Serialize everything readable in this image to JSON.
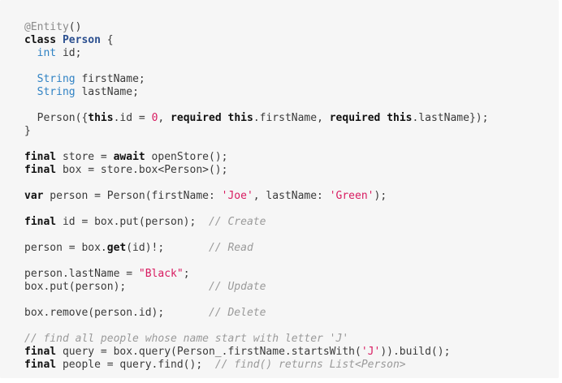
{
  "code": {
    "lines": [
      [
        {
          "t": "annotation",
          "v": "@Entity"
        },
        {
          "t": "plain",
          "v": "()"
        }
      ],
      [
        {
          "t": "keyword",
          "v": "class"
        },
        {
          "t": "plain",
          "v": " "
        },
        {
          "t": "class-name",
          "v": "Person"
        },
        {
          "t": "plain",
          "v": " {"
        }
      ],
      [
        {
          "t": "plain",
          "v": "  "
        },
        {
          "t": "type",
          "v": "int"
        },
        {
          "t": "plain",
          "v": " id;"
        }
      ],
      [],
      [
        {
          "t": "plain",
          "v": "  "
        },
        {
          "t": "type",
          "v": "String"
        },
        {
          "t": "plain",
          "v": " firstName;"
        }
      ],
      [
        {
          "t": "plain",
          "v": "  "
        },
        {
          "t": "type",
          "v": "String"
        },
        {
          "t": "plain",
          "v": " lastName;"
        }
      ],
      [],
      [
        {
          "t": "plain",
          "v": "  Person({"
        },
        {
          "t": "keyword",
          "v": "this"
        },
        {
          "t": "plain",
          "v": ".id = "
        },
        {
          "t": "number",
          "v": "0"
        },
        {
          "t": "plain",
          "v": ", "
        },
        {
          "t": "keyword",
          "v": "required"
        },
        {
          "t": "plain",
          "v": " "
        },
        {
          "t": "keyword",
          "v": "this"
        },
        {
          "t": "plain",
          "v": ".firstName, "
        },
        {
          "t": "keyword",
          "v": "required"
        },
        {
          "t": "plain",
          "v": " "
        },
        {
          "t": "keyword",
          "v": "this"
        },
        {
          "t": "plain",
          "v": ".lastName});"
        }
      ],
      [
        {
          "t": "plain",
          "v": "}"
        }
      ],
      [],
      [
        {
          "t": "keyword",
          "v": "final"
        },
        {
          "t": "plain",
          "v": " store = "
        },
        {
          "t": "keyword",
          "v": "await"
        },
        {
          "t": "plain",
          "v": " openStore();"
        }
      ],
      [
        {
          "t": "keyword",
          "v": "final"
        },
        {
          "t": "plain",
          "v": " box = store.box<Person>();"
        }
      ],
      [],
      [
        {
          "t": "keyword",
          "v": "var"
        },
        {
          "t": "plain",
          "v": " person = Person(firstName: "
        },
        {
          "t": "string",
          "v": "'Joe'"
        },
        {
          "t": "plain",
          "v": ", lastName: "
        },
        {
          "t": "string",
          "v": "'Green'"
        },
        {
          "t": "plain",
          "v": ");"
        }
      ],
      [],
      [
        {
          "t": "keyword",
          "v": "final"
        },
        {
          "t": "plain",
          "v": " id = box.put(person);  "
        },
        {
          "t": "comment",
          "v": "// Create"
        }
      ],
      [],
      [
        {
          "t": "plain",
          "v": "person = box."
        },
        {
          "t": "method-bold",
          "v": "get"
        },
        {
          "t": "plain",
          "v": "(id)!;       "
        },
        {
          "t": "comment",
          "v": "// Read"
        }
      ],
      [],
      [
        {
          "t": "plain",
          "v": "person.lastName = "
        },
        {
          "t": "string",
          "v": "\"Black\""
        },
        {
          "t": "plain",
          "v": ";"
        }
      ],
      [
        {
          "t": "plain",
          "v": "box.put(person);             "
        },
        {
          "t": "comment",
          "v": "// Update"
        }
      ],
      [],
      [
        {
          "t": "plain",
          "v": "box.remove(person.id);       "
        },
        {
          "t": "comment",
          "v": "// Delete"
        }
      ],
      [],
      [
        {
          "t": "comment",
          "v": "// find all people whose name start with letter 'J'"
        }
      ],
      [
        {
          "t": "keyword",
          "v": "final"
        },
        {
          "t": "plain",
          "v": " query = box.query(Person_.firstName.startsWith("
        },
        {
          "t": "string",
          "v": "'J'"
        },
        {
          "t": "plain",
          "v": ")).build();"
        }
      ],
      [
        {
          "t": "keyword",
          "v": "final"
        },
        {
          "t": "plain",
          "v": " people = query.find();  "
        },
        {
          "t": "comment",
          "v": "// find() returns List<Person>"
        }
      ]
    ]
  }
}
